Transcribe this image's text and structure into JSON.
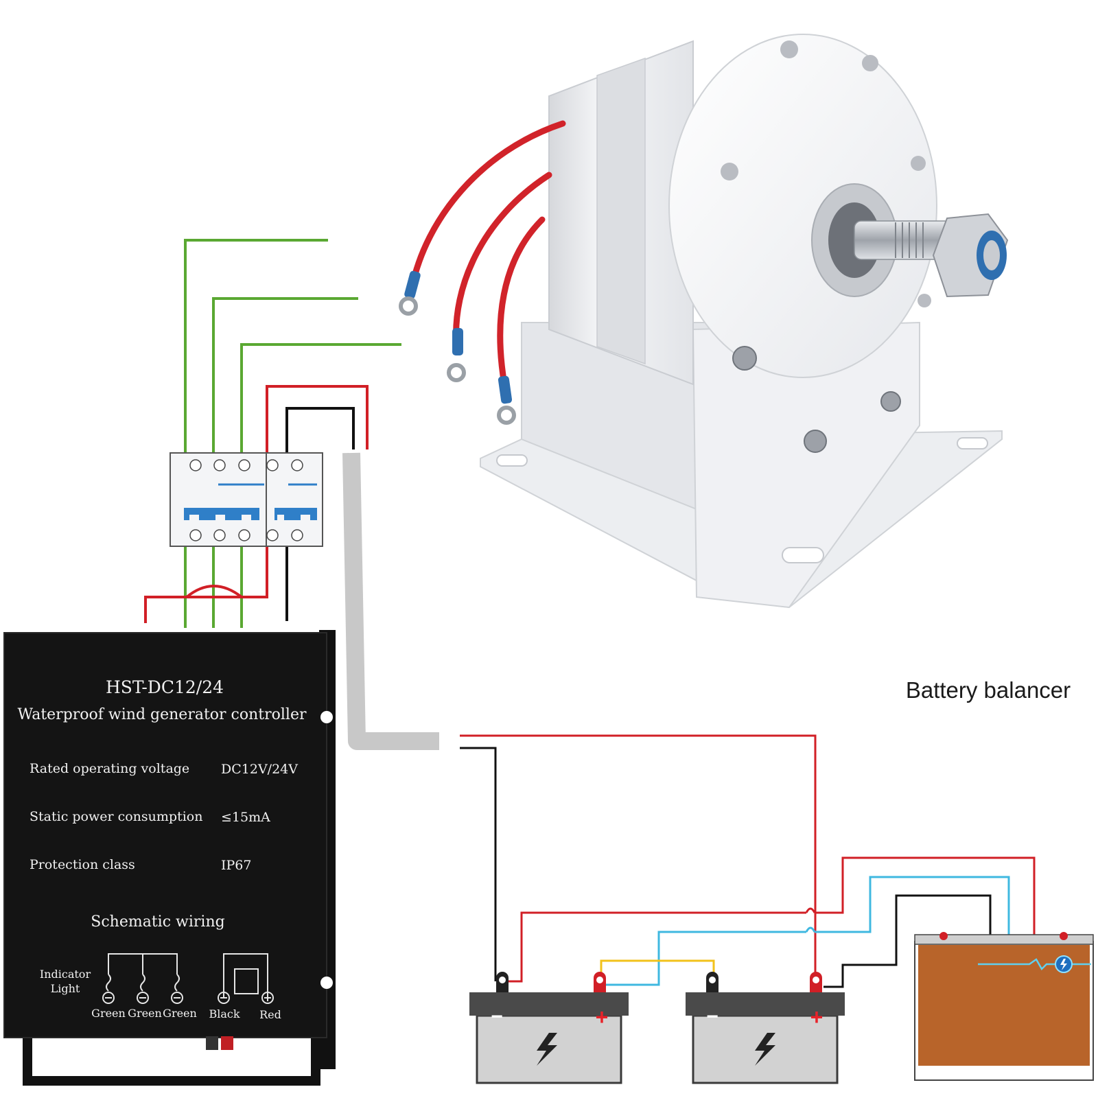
{
  "controller": {
    "model": "HST-DC12/24",
    "subtitle": "Waterproof wind generator controller",
    "specs": [
      {
        "label": "Rated operating voltage",
        "value": "DC12V/24V"
      },
      {
        "label": "Static power consumption",
        "value": "≤15mA"
      },
      {
        "label": "Protection class",
        "value": "IP67"
      }
    ],
    "schematic_title": "Schematic wiring",
    "indicator_label_line1": "Indicator",
    "indicator_label_line2": "Light",
    "terminals": [
      "Green",
      "Green",
      "Green",
      "Black",
      "Red"
    ]
  },
  "balancer": {
    "label": "Battery balancer"
  },
  "batteries": [
    {
      "minus": "−",
      "plus": "+"
    },
    {
      "minus": "−",
      "plus": "+"
    }
  ],
  "colors": {
    "phase_wire": "#5aa832",
    "positive_wire": "#d11f26",
    "negative_wire": "#111111",
    "balance_wire": "#3fb8e0",
    "link_wire": "#f2c21b",
    "balancer_body": "#b8642a",
    "controller_body": "#141414",
    "breaker_toggle": "#2f7fc8"
  },
  "icons": [
    "generator-image",
    "circuit-breaker-icon",
    "battery-icon",
    "lightning-icon"
  ]
}
